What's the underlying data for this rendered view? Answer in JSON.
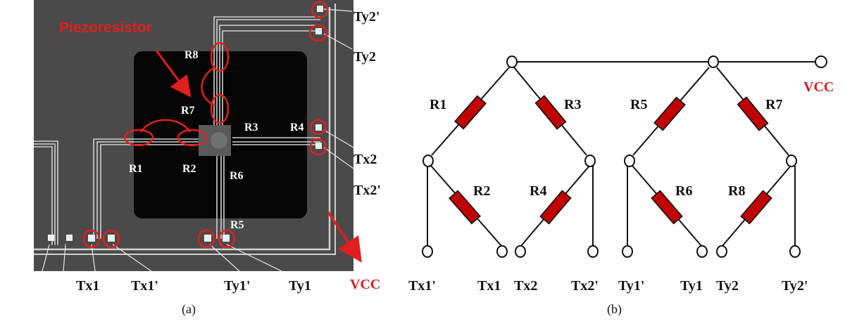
{
  "colors": {
    "annotation_red": "#e0201f",
    "resistor_fill": "#c00000",
    "vcc_text": "#d21e1e",
    "photo_bg": "#4a4a4a",
    "cavity": "#050505",
    "trace": "#d0d0d0"
  },
  "panel_a": {
    "caption": "(a)",
    "annotation": "Piezoresistor",
    "resistor_labels": [
      "R1",
      "R2",
      "R3",
      "R4",
      "R5",
      "R6",
      "R7",
      "R8"
    ],
    "pad_labels": {
      "tx1": "Tx1",
      "tx1p": "Tx1'",
      "ty1p": "Ty1'",
      "ty1": "Ty1",
      "vcc": "VCC",
      "ty2p": "Ty2'",
      "ty2": "Ty2",
      "tx2": "Tx2",
      "tx2p": "Tx2'"
    }
  },
  "panel_b": {
    "caption": "(b)",
    "vcc": "VCC",
    "resistors": [
      "R1",
      "R2",
      "R3",
      "R4",
      "R5",
      "R6",
      "R7",
      "R8"
    ],
    "terminals": [
      "Tx1'",
      "Tx1",
      "Tx2",
      "Tx2'",
      "Ty1'",
      "Ty1",
      "Ty2",
      "Ty2'"
    ]
  }
}
